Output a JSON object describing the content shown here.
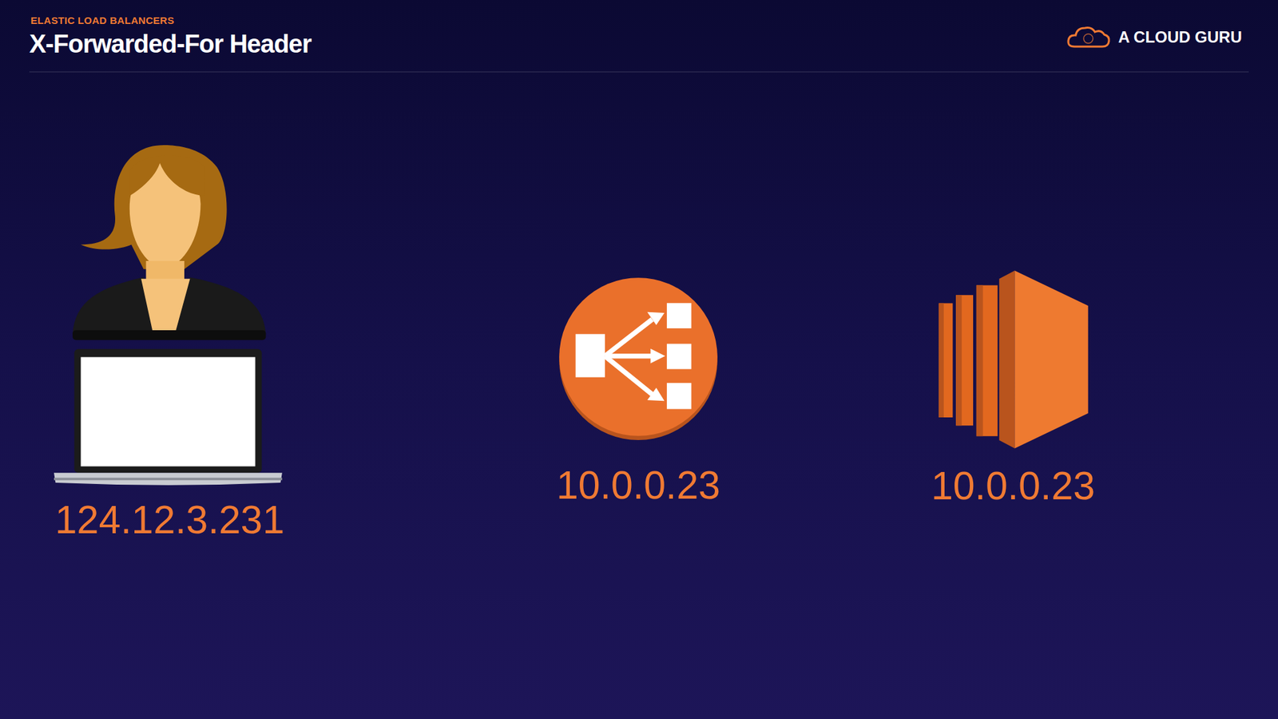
{
  "diagram": {
    "title": "X-Forwarded-For Header",
    "nodes": [
      {
        "text": [
          "124.12.3.231"
        ]
      },
      {
        "text": [
          "10.0.0.23"
        ]
      },
      {
        "text": [
          "10.0.0.23"
        ]
      }
    ],
    "edges": [
      {
        "from": 0,
        "to": 1,
        "arrow": "to"
      },
      {
        "from": 1,
        "to": 2,
        "arrow": "to"
      }
    ],
    "labels": [
      "ELASTIC LOAD BALANCERS",
      "A CLOUD GURU"
    ]
  }
}
